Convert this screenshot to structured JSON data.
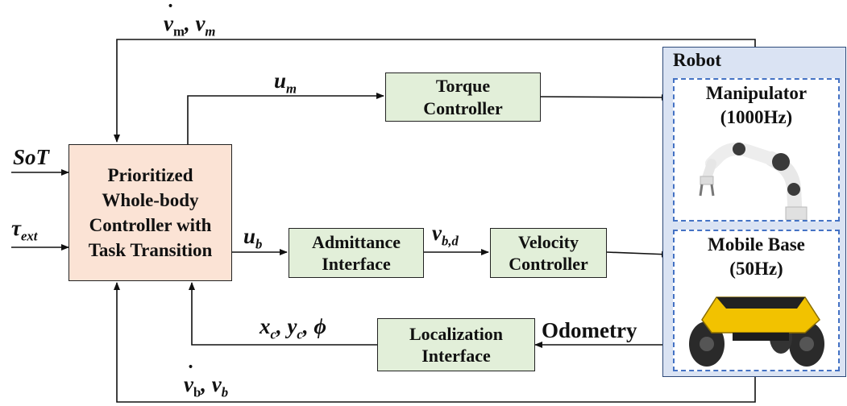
{
  "blocks": {
    "controller": "Prioritized\nWhole-body\nController with\nTask Transition",
    "torque": "Torque\nController",
    "admittance": "Admittance\nInterface",
    "velocity": "Velocity\nController",
    "localization": "Localization\nInterface"
  },
  "robot": {
    "title": "Robot",
    "manipulator": "Manipulator\n(1000Hz)",
    "mobile_base": "Mobile Base\n(50Hz)"
  },
  "signals": {
    "top_feedback": {
      "main": "v",
      "sub": "m",
      "main2": "v",
      "sub2": "m"
    },
    "u_m": {
      "main": "u",
      "sub": "m"
    },
    "sot": {
      "main": "SoT"
    },
    "tau_ext": {
      "main": "τ",
      "sub": "ext"
    },
    "u_b": {
      "main": "u",
      "sub": "b"
    },
    "v_bd": {
      "main": "v",
      "sub": "b,d"
    },
    "pose": {
      "x": "x",
      "xs": "c",
      "y": "y",
      "ys": "c",
      "phi": "ϕ"
    },
    "odometry": "Odometry",
    "bottom_feedback": {
      "main": "v",
      "sub": "b",
      "main2": "v",
      "sub2": "b"
    }
  }
}
